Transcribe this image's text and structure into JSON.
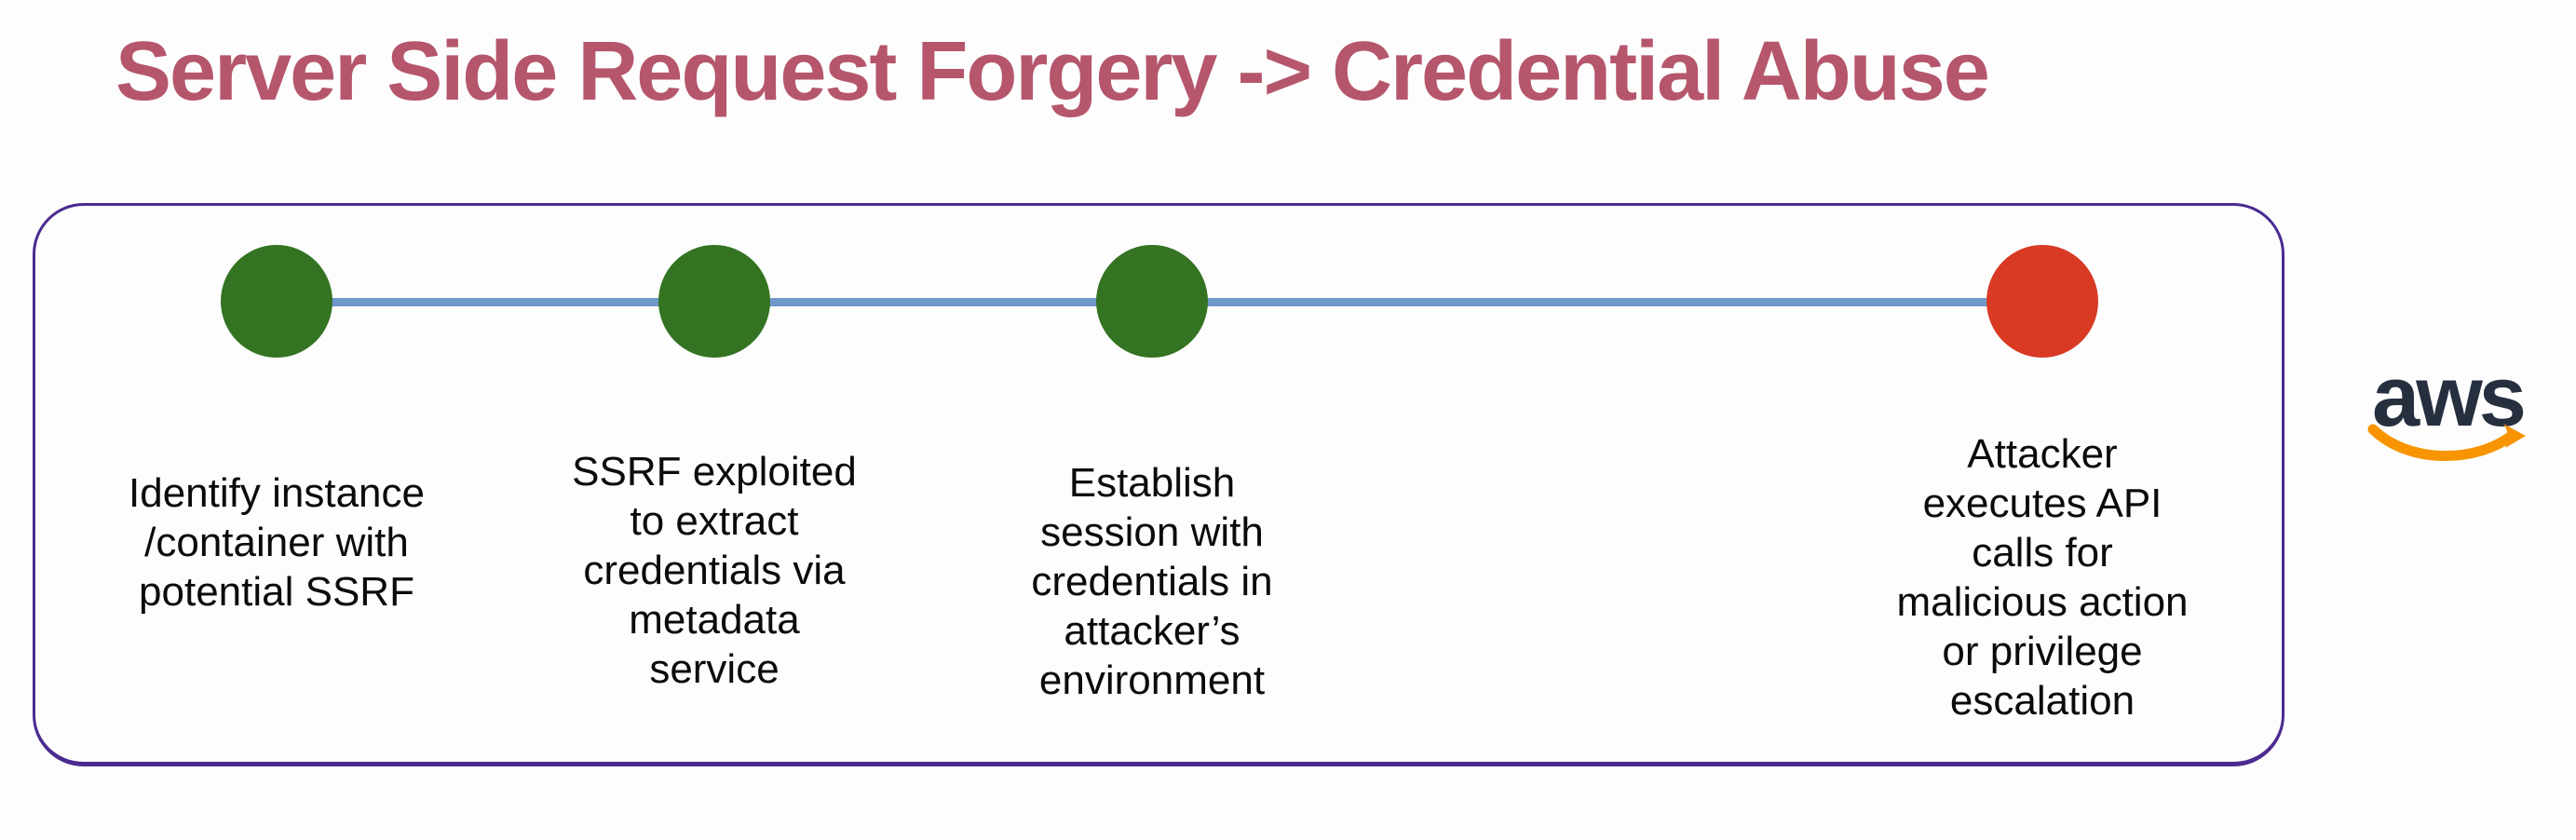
{
  "title": "Server Side Request Forgery -> Credential Abuse",
  "colors": {
    "title_text": "#b5566c",
    "box_border": "#4b2b8f",
    "connector_line": "#7097c9",
    "step_green": "#337321",
    "step_red": "#d83a24",
    "aws_navy": "#252f3e",
    "aws_orange": "#f79400"
  },
  "steps": [
    {
      "status": "green",
      "color": "#337321",
      "label": "Identify instance\n/container with\npotential SSRF"
    },
    {
      "status": "green",
      "color": "#337321",
      "label": "SSRF exploited\nto extract\ncredentials via\nmetadata\nservice"
    },
    {
      "status": "green",
      "color": "#337321",
      "label": "Establish\nsession with\ncredentials in\nattacker’s\nenvironment"
    },
    {
      "status": "red",
      "color": "#d83a24",
      "label": "Attacker\nexecutes API\ncalls for\nmalicious action\nor privilege\nescalation"
    }
  ],
  "aws": {
    "text": "aws"
  }
}
